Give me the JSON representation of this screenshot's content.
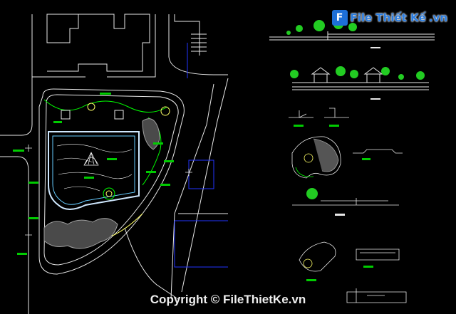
{
  "watermark": {
    "logo_text": "File Thiết Kế",
    "logo_suffix": ".vn",
    "copyright": "Copyright © FileThietKe.vn"
  },
  "colors": {
    "background": "#000000",
    "linework_white": "#e8e8e8",
    "linework_green": "#00ff00",
    "linework_yellow": "#ffff66",
    "linework_blue": "#2233ff",
    "trees": "#22cc22",
    "hatch": "#a0a0a0"
  },
  "icons": [
    "plan-drawing",
    "elevation-drawing",
    "detail-drawing",
    "tree-symbol",
    "gazebo-symbol"
  ]
}
